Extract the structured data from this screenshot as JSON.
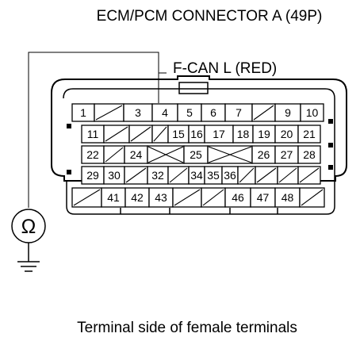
{
  "title": "ECM/PCM CONNECTOR A (49P)",
  "pin_label": "F-CAN L (RED)",
  "caption": "Terminal side of female terminals",
  "meter_symbol": "Ω",
  "meter_icon": "ohmmeter-icon",
  "ground_icon": "ground-icon",
  "connector": {
    "row1": [
      "1",
      "",
      "3",
      "4",
      "5",
      "6",
      "7",
      "",
      "9",
      "10"
    ],
    "row2": [
      "11",
      "",
      "",
      "15",
      "16",
      "17",
      "18",
      "19",
      "20",
      "21"
    ],
    "row3": [
      "22",
      "",
      "24",
      "",
      "25",
      "",
      "26",
      "27",
      "28"
    ],
    "row4": [
      "29",
      "30",
      "",
      "32",
      "",
      "34",
      "35",
      "36",
      "",
      "",
      ""
    ],
    "row5": [
      "",
      "41",
      "42",
      "43",
      "",
      "",
      "46",
      "47",
      "48",
      ""
    ]
  }
}
